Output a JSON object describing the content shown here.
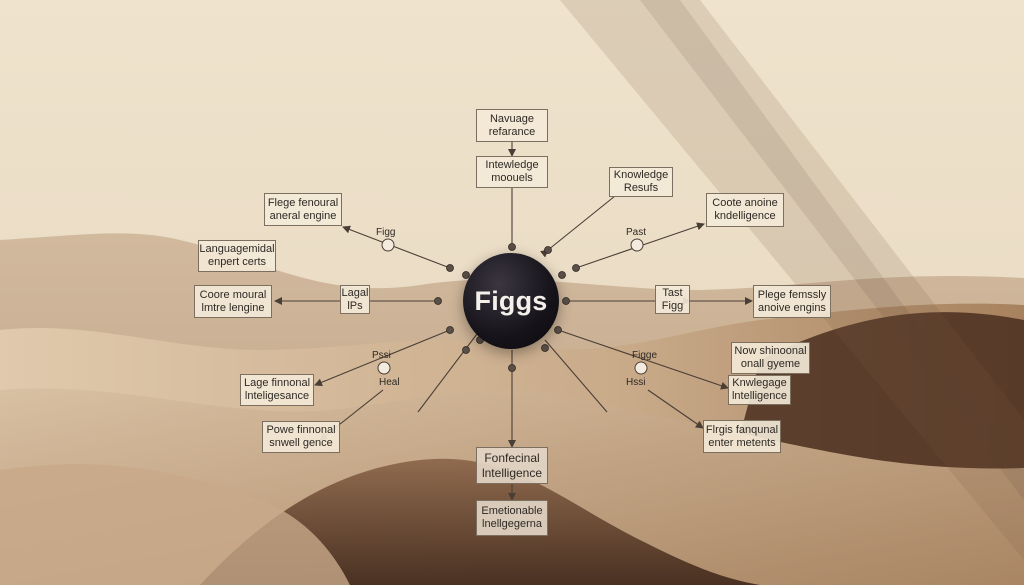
{
  "hub": {
    "label": "Figgs"
  },
  "boxes": {
    "top1": [
      "Navuage",
      "refarance"
    ],
    "top2": [
      "Intewledge",
      "moouels"
    ],
    "upper_right": [
      "Knowledge",
      "Resufs"
    ],
    "right1": [
      "Coote anoine",
      "kndelligence"
    ],
    "left1": [
      "Flege fenoural",
      "aneral engine"
    ],
    "left2": [
      "Languagemidal",
      "enpert certs"
    ],
    "left3": [
      "Coore moural",
      "lmtre lengine"
    ],
    "mid_left": [
      "Lagal",
      "lPs"
    ],
    "mid_right": [
      "Tast",
      "Figg"
    ],
    "right2": [
      "Plege femssly",
      "anoive engins"
    ],
    "right3": [
      "Now shinoonal",
      "onall gyeme"
    ],
    "right4": [
      "Knwlegage",
      "lntelligence"
    ],
    "right5": [
      "Flrgis fanqunal",
      "enter metents"
    ],
    "left4": [
      "Lage finnonal",
      "lnteligesance"
    ],
    "left5": [
      "Powe finnonal",
      "snwell gence"
    ],
    "bottom1": [
      "Fonfecinal",
      "lntelligence"
    ],
    "bottom2": [
      "Emetionable",
      "lnellgegerna"
    ]
  },
  "labels": {
    "figg": "Figg",
    "past": "Past",
    "pssi": "Pssi",
    "heal": "Heal",
    "figge": "Figge",
    "hssi": "Hssi"
  }
}
